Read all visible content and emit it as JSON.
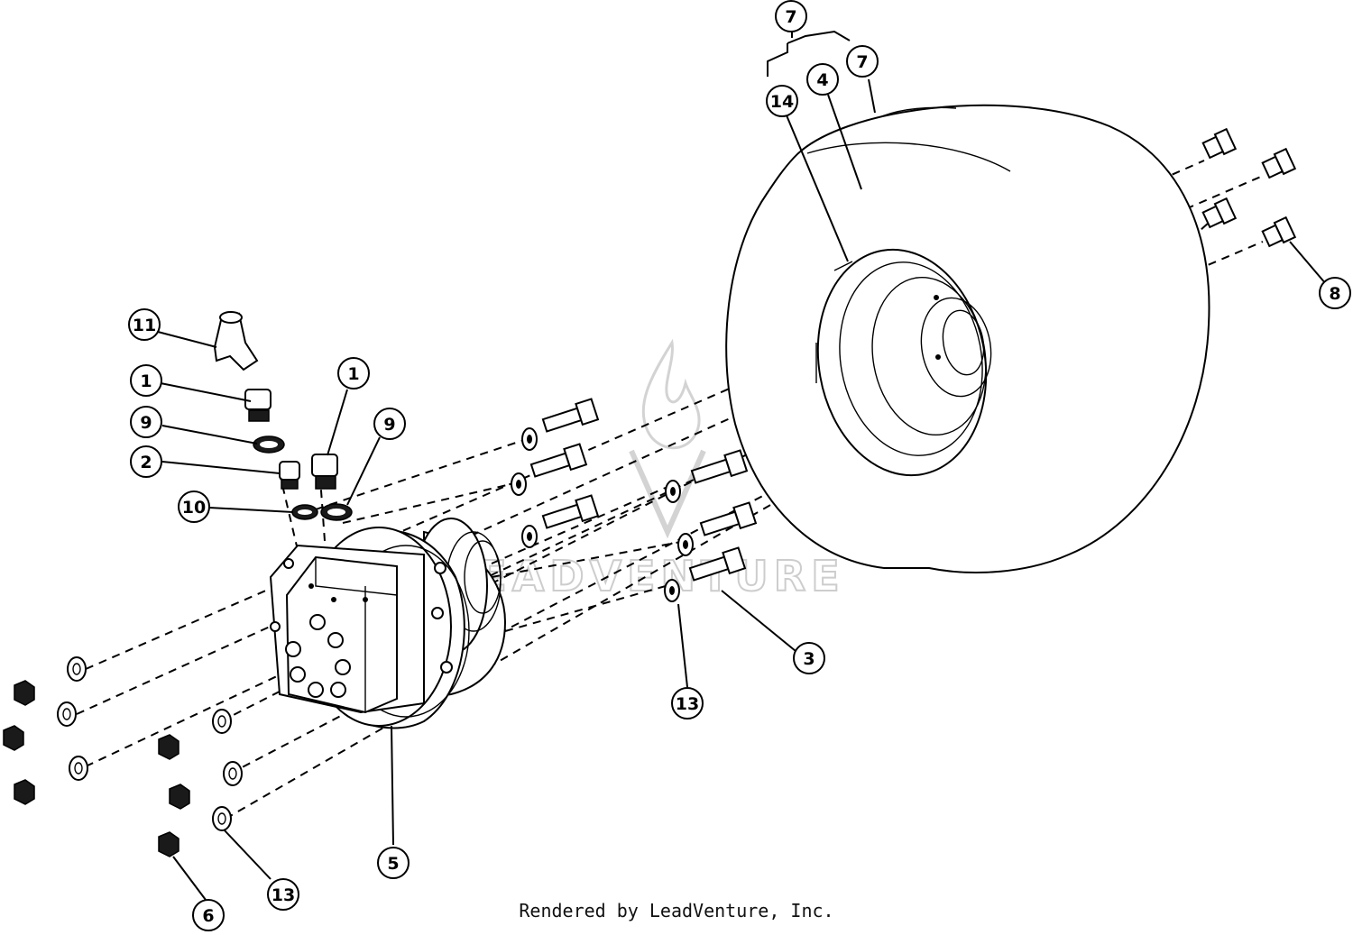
{
  "callouts": [
    "7",
    "7",
    "14",
    "4",
    "8",
    "11",
    "1",
    "1",
    "9",
    "9",
    "2",
    "10",
    "3",
    "13",
    "13",
    "5",
    "6"
  ],
  "watermark": "LEADVENTURE",
  "footer": "Rendered by LeadVenture, Inc."
}
